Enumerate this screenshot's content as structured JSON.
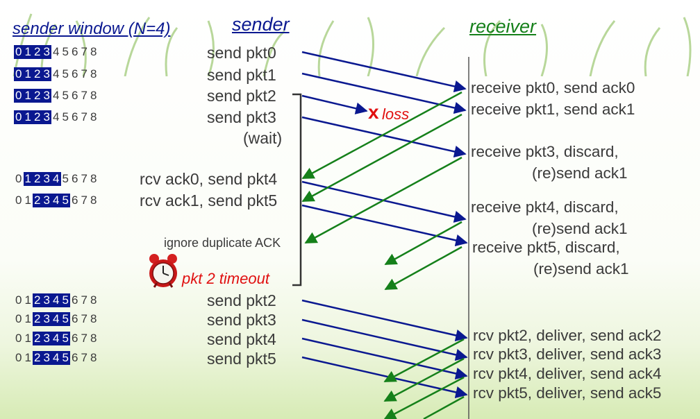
{
  "headers": {
    "sender_window": "sender window (N=4)",
    "sender": "sender",
    "receiver": "receiver"
  },
  "colors": {
    "sender_arrow": "#0a1890",
    "ack_arrow": "#15801a",
    "highlight": "#0a1890",
    "loss": "#e01010"
  },
  "window_rows": [
    {
      "digits": [
        "0",
        "1",
        "2",
        "3",
        "4",
        "5",
        "6",
        "7",
        "8"
      ],
      "window_start": 0
    },
    {
      "digits": [
        "0",
        "1",
        "2",
        "3",
        "4",
        "5",
        "6",
        "7",
        "8"
      ],
      "window_start": 0
    },
    {
      "digits": [
        "0",
        "1",
        "2",
        "3",
        "4",
        "5",
        "6",
        "7",
        "8"
      ],
      "window_start": 0
    },
    {
      "digits": [
        "0",
        "1",
        "2",
        "3",
        "4",
        "5",
        "6",
        "7",
        "8"
      ],
      "window_start": 0
    },
    {
      "digits": [
        "0",
        "1",
        "2",
        "3",
        "4",
        "5",
        "6",
        "7",
        "8"
      ],
      "window_start": 1
    },
    {
      "digits": [
        "0",
        "1",
        "2",
        "3",
        "4",
        "5",
        "6",
        "7",
        "8"
      ],
      "window_start": 2
    },
    {
      "digits": [
        "0",
        "1",
        "2",
        "3",
        "4",
        "5",
        "6",
        "7",
        "8"
      ],
      "window_start": 2
    },
    {
      "digits": [
        "0",
        "1",
        "2",
        "3",
        "4",
        "5",
        "6",
        "7",
        "8"
      ],
      "window_start": 2
    },
    {
      "digits": [
        "0",
        "1",
        "2",
        "3",
        "4",
        "5",
        "6",
        "7",
        "8"
      ],
      "window_start": 2
    },
    {
      "digits": [
        "0",
        "1",
        "2",
        "3",
        "4",
        "5",
        "6",
        "7",
        "8"
      ],
      "window_start": 2
    }
  ],
  "sender_actions": [
    "send  pkt0",
    "send  pkt1",
    "send  pkt2",
    "send  pkt3",
    "(wait)",
    "rcv ack0, send pkt4",
    "rcv ack1, send pkt5",
    "send  pkt2",
    "send  pkt3",
    "send  pkt4",
    "send  pkt5"
  ],
  "notes": {
    "ignore": "ignore duplicate ACK",
    "timeout": "pkt 2 timeout",
    "loss_mark": "x",
    "loss_word": "loss"
  },
  "receiver_events": [
    "receive pkt0, send ack0",
    "receive pkt1, send ack1",
    "receive pkt3, discard,",
    "(re)send ack1",
    "receive pkt4, discard,",
    "(re)send ack1",
    "receive pkt5, discard,",
    "(re)send ack1",
    "rcv pkt2, deliver, send ack2",
    "rcv pkt3, deliver, send ack3",
    "rcv pkt4, deliver, send ack4",
    "rcv pkt5, deliver, send ack5"
  ]
}
